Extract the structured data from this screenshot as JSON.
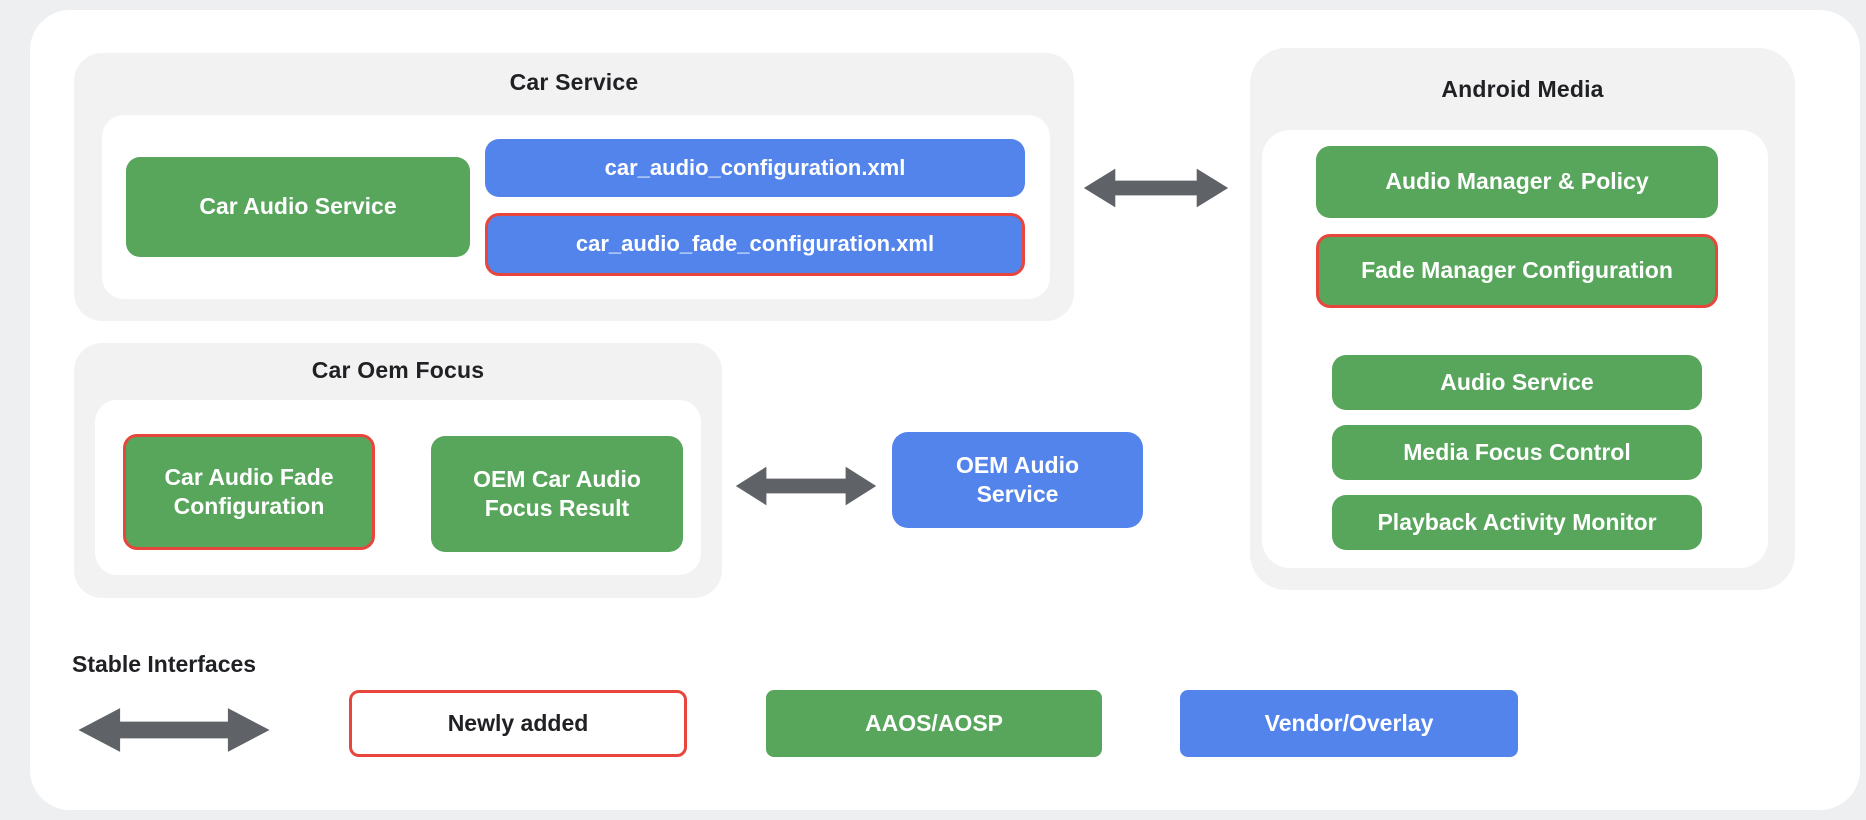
{
  "groups": {
    "car_service": {
      "title": "Car Service",
      "nodes": {
        "car_audio_service": "Car Audio Service",
        "car_audio_configuration_xml": "car_audio_configuration.xml",
        "car_audio_fade_configuration_xml": "car_audio_fade_configuration.xml"
      }
    },
    "car_oem_focus": {
      "title": "Car Oem Focus",
      "nodes": {
        "car_audio_fade_configuration": "Car Audio Fade Configuration",
        "oem_car_audio_focus_result": "OEM Car Audio Focus Result"
      }
    },
    "android_media": {
      "title": "Android Media",
      "nodes": {
        "audio_manager_policy": "Audio Manager & Policy",
        "fade_manager_configuration": "Fade Manager Configuration",
        "audio_service": "Audio Service",
        "media_focus_control": "Media Focus Control",
        "playback_activity_monitor": "Playback Activity Monitor"
      }
    }
  },
  "standalone_nodes": {
    "oem_audio_service": "OEM Audio Service"
  },
  "legend": {
    "stable_interfaces_label": "Stable Interfaces",
    "newly_added": "Newly added",
    "aaos_aosp": "AAOS/AOSP",
    "vendor_overlay": "Vendor/Overlay"
  },
  "icons": {
    "bidirectional_arrow": "double-headed-arrow"
  },
  "colors": {
    "aosp_green": "#58A55C",
    "vendor_blue": "#5384EC",
    "newly_added_red": "#E8463C",
    "arrow_gray": "#5F6368",
    "group_background": "#F2F2F3",
    "card_background": "#FFFFFF",
    "page_background": "#EDEFF1",
    "text_dark": "#202124",
    "text_light": "#FFFFFF"
  }
}
